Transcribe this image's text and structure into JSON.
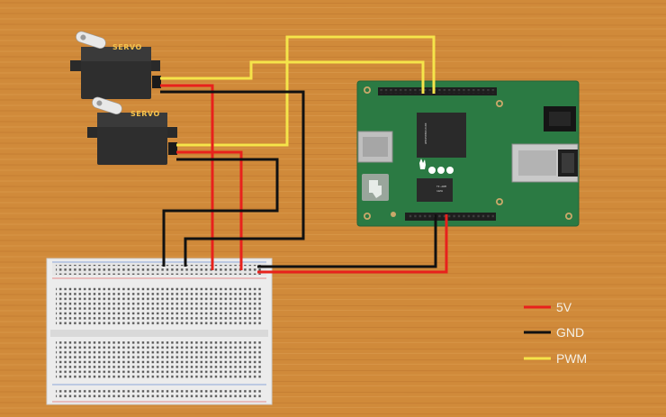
{
  "servos": [
    {
      "label": "SERVO"
    },
    {
      "label": "SERVO"
    }
  ],
  "legend": [
    {
      "label": "5V",
      "color": "#e8211c"
    },
    {
      "label": "GND",
      "color": "#111111"
    },
    {
      "label": "PWM",
      "color": "#f5e44a"
    }
  ],
  "colors": {
    "background": "#d08a3a",
    "board": "#2b7a43",
    "breadboard": "#ececec",
    "servo_body": "#2e2e2e",
    "wire_5v": "#e8211c",
    "wire_gnd": "#111111",
    "wire_pwm": "#f5e44a"
  },
  "icons": {
    "board_logo": "hand-and-dots-logo",
    "ti_logo": "texas-instruments-logo"
  }
}
